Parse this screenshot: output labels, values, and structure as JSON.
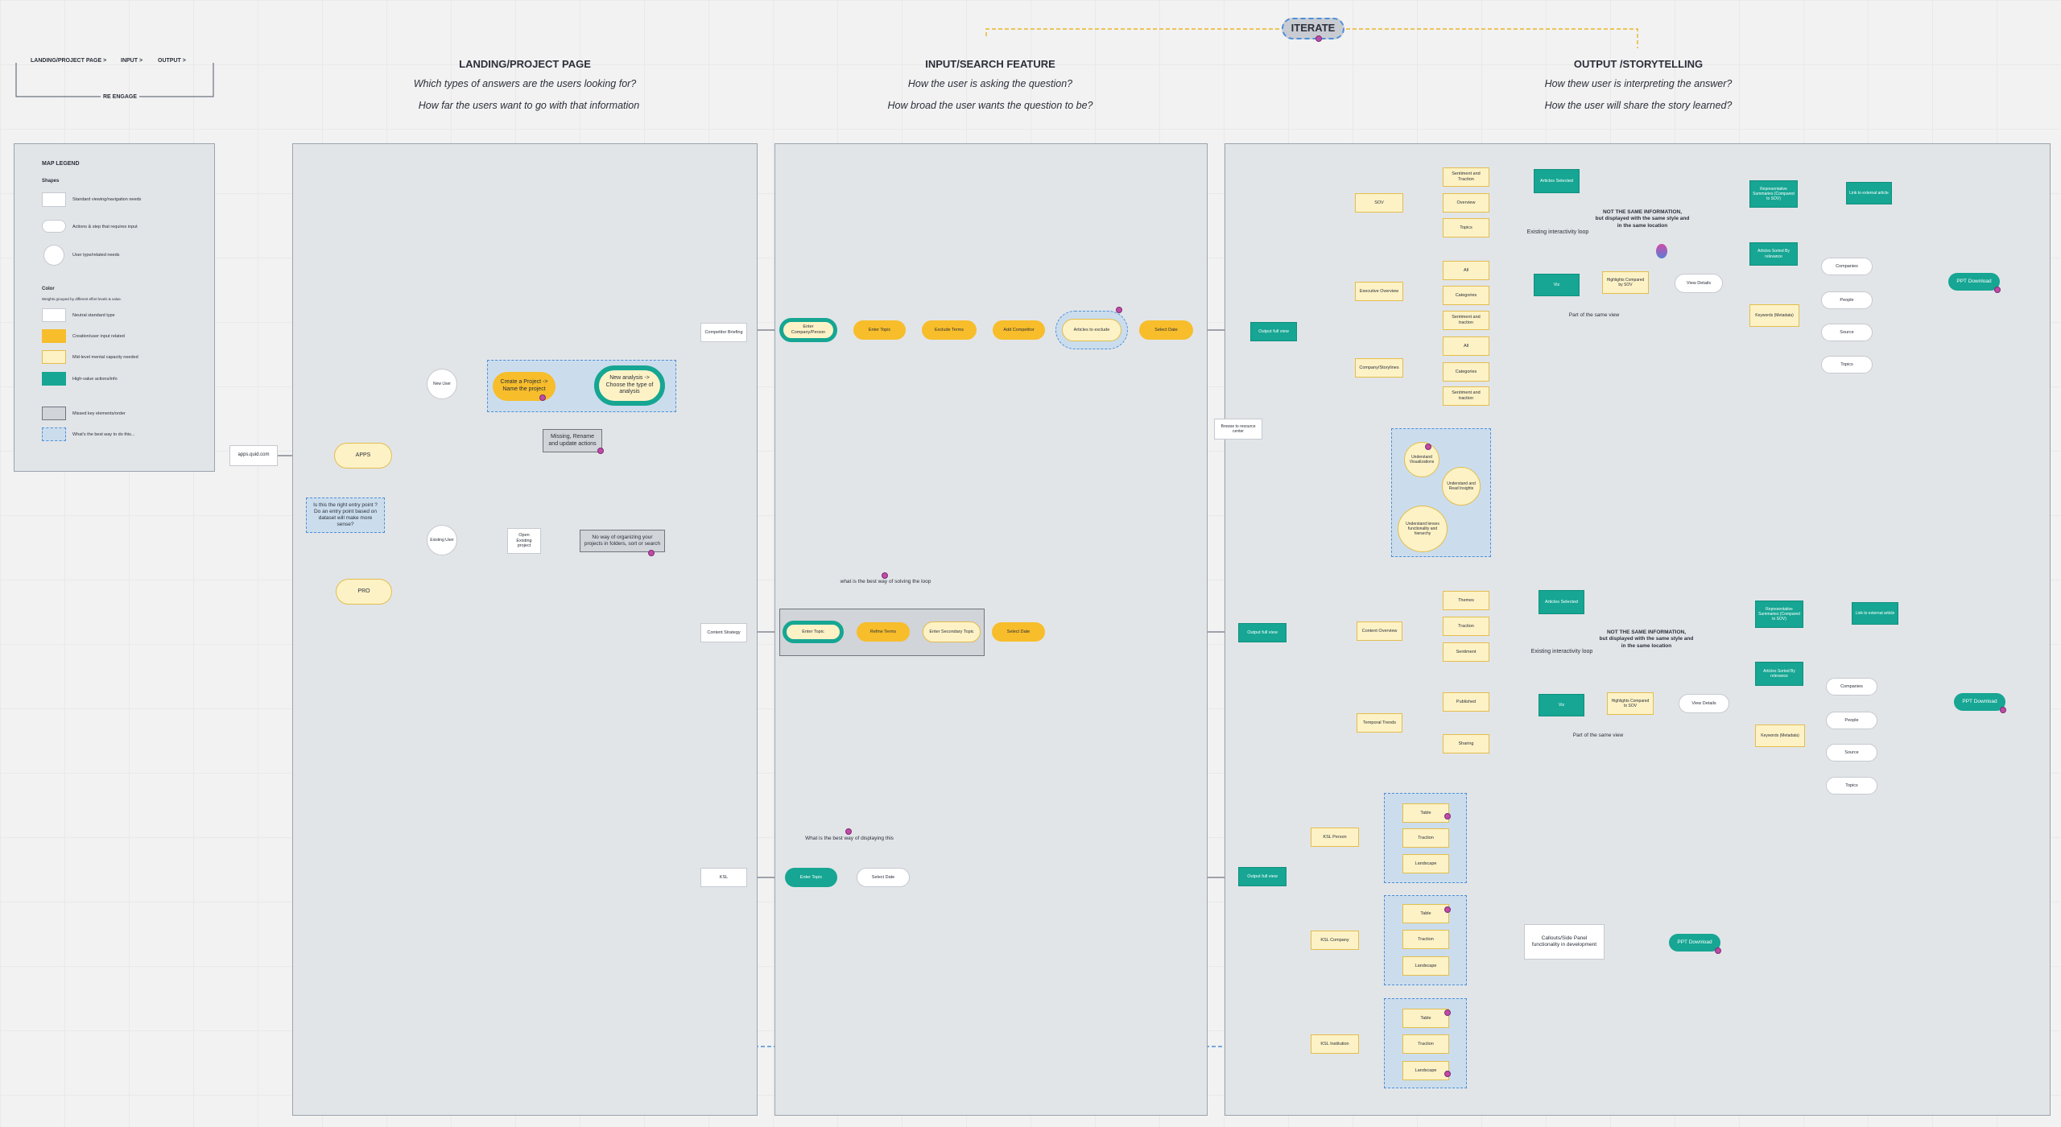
{
  "nav": {
    "landing": "LANDING/PROJECT PAGE >",
    "input": "INPUT >",
    "output": "OUTPUT >",
    "reengage": "RE ENGAGE"
  },
  "iterate": "ITERATE",
  "headers": {
    "landing": {
      "title": "LANDING/PROJECT PAGE",
      "q1": "Which types of answers are the users looking for?",
      "q2": "How far the users want to go with that information"
    },
    "input": {
      "title": "INPUT/SEARCH FEATURE",
      "q1": "How the user is asking the question?",
      "q2": "How broad the user wants the question to be?"
    },
    "output": {
      "title": "OUTPUT /STORYTELLING",
      "q1": "How thew user is interpreting the answer?",
      "q2": "How the user will share the story learned?"
    }
  },
  "legend": {
    "title": "MAP LEGEND",
    "shapes": "Shapes",
    "s1": "Standard viewing/navigation needs",
    "s2": "Actions & step that requires input",
    "s3": "User type/related needs",
    "color": "Color",
    "color_sub": "Weights grouped by different effort levels & value.",
    "c1": "Neutral standard type",
    "c2": "Creation/user input related",
    "c3": "Mid-level mental capacity needed",
    "c4": "High-value actions/info",
    "c5": "Missed key elements/order",
    "c6": "What's the best way to do this...",
    "colors": {
      "neutral": "#ffffff",
      "creation": "#f7bd2b",
      "mid": "#fdf2c6",
      "high": "#16a693"
    }
  },
  "landing": {
    "site": "apps.quid.com",
    "apps": "APPS",
    "pro": "PRO",
    "new_user": "New User",
    "existing_user": "Existing User",
    "create_project": "Create a Project -> Name the project",
    "new_analysis": "New analysis -> Choose the type of analysis",
    "entry_q": "Is this the right entry point ? Do an entry point based on dataset will make more sense?",
    "missing": "Missing, Rename and update actions",
    "open_existing": "Open Existing project",
    "no_way": "No way of organizing your projects in folders, sort or search"
  },
  "input": {
    "competitor": "Competitor Briefing",
    "content": "Content Strategy",
    "ksl": "KSL",
    "enter_company": "Enter Company/Person",
    "enter_topic": "Enter Topic",
    "exclude_terms": "Exclude Terms",
    "add_competitor": "Add Competitor",
    "articles_exclude": "Articles to exclude",
    "select_date": "Select Date",
    "best_loop": "what is the best way of solving the loop",
    "cs_enter_topic": "Enter Topic",
    "cs_refine": "Refine Terms",
    "cs_secondary": "Enter Secondary Topic",
    "cs_select_date": "Select Date",
    "best_display": "What is the best way of displaying this",
    "ksl_enter_topic": "Enter Topic",
    "ksl_select_date": "Select Date"
  },
  "output": {
    "output_full_view": "Output full view",
    "output_full_view2": "Output full view",
    "output_full_view3": "Output full view",
    "browse": "Browse to resource center",
    "sov": "SOV",
    "overview": "Executive Overview",
    "company": "Company/Storylines",
    "sent_traction": "Sentiment and Traction",
    "ov": "Overview",
    "topics": "Topics",
    "all": "All",
    "categories": "Categories",
    "sent_traction2": "Sentiment and traction",
    "all2": "All",
    "categories2": "Categories",
    "sent_traction3": "Sentiment and traction",
    "understand_viz": "Understand Visualizations",
    "understand_insights": "Understand and Read Insights",
    "understand_lenses": "Understand lenses functionality and hierarchy",
    "content_overview": "Content Overview",
    "temporal": "Temporal Trends",
    "themes": "Themes",
    "traction": "Traction",
    "sentiment": "Sentiment",
    "published": "Published",
    "sharing": "Sharing",
    "ksl_person": "KSL Person",
    "ksl_company": "KSL Company",
    "ksl_institution": "KSL Institution",
    "table": "Table",
    "traction_k": "Traction",
    "landscape": "Landscape",
    "calloutside": "Callouts/Side Panel functionality in development",
    "articles_selected": "Articles Selected",
    "viz": "Viz",
    "highlights": "Highlights Compared by SOV",
    "view_details": "View Details",
    "highlights2": "Highlights Compared to SOV",
    "existing_loop": "Existing interactivity loop",
    "part_same": "Part of the same view",
    "not_same_1": "NOT THE SAME INFORMATION,",
    "not_same_2": "but displayed with the same style and",
    "not_same_3": "in the same location",
    "rep_summaries": "Representative Summaries (Compared to SOV)",
    "link_external": "Link to external article",
    "articles_sorted": "Articles Sorted By relevance",
    "keywords": "Keywords (Metadata)",
    "companies": "Companies",
    "people": "People",
    "source": "Source",
    "topics_k": "Topics",
    "ppt": "PPT Download"
  }
}
